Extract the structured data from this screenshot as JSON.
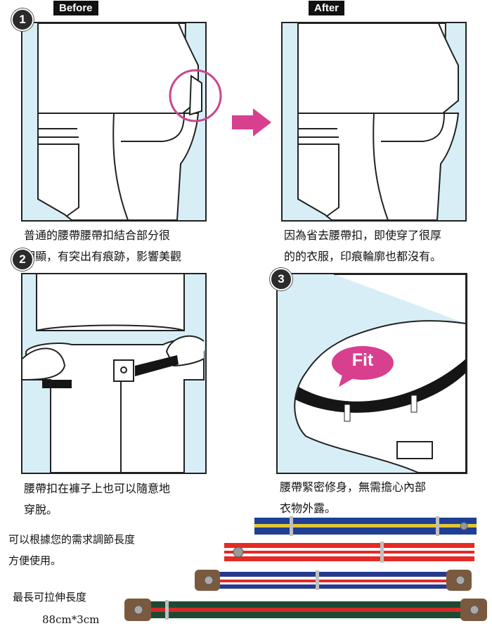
{
  "labels": {
    "before": "Before",
    "after": "After",
    "fit": "Fit"
  },
  "steps": [
    "1",
    "2",
    "3"
  ],
  "captions": {
    "before": [
      "普通的腰帶腰帶扣結合部分很",
      "明顯，有突出有痕跡，影響美觀"
    ],
    "after": [
      "因為省去腰帶扣，即使穿了很厚",
      "的的衣服，印痕輪廓也都沒有。"
    ],
    "step2": [
      "腰帶扣在褲子上也可以隨意地",
      "穿脫。"
    ],
    "step3": [
      "腰帶緊密修身，無需擔心內部",
      "衣物外露。"
    ]
  },
  "bottom_text": {
    "adjust": [
      "可以根據您的需求調節長度",
      "方便使用。"
    ],
    "max_stretch_label": "最長可拉伸長度",
    "max_stretch_value": "88cm*3cm"
  },
  "colors": {
    "panel_bg": "#d8eef6",
    "accent_magenta": "#d83f8f",
    "circle_magenta": "#c8468f",
    "dark": "#222222"
  },
  "belts": [
    {
      "name": "blue-yellow",
      "base": "#1f3f93",
      "stripe": "#e5c634"
    },
    {
      "name": "red-white",
      "base": "#e52a24",
      "stripe": "#ffffff"
    },
    {
      "name": "blue-white-red",
      "base": "#273a8f",
      "stripe": "#ffffff",
      "stripe2": "#e52a24"
    },
    {
      "name": "green-red",
      "base": "#1e4a34",
      "stripe": "#d52a2a"
    }
  ]
}
